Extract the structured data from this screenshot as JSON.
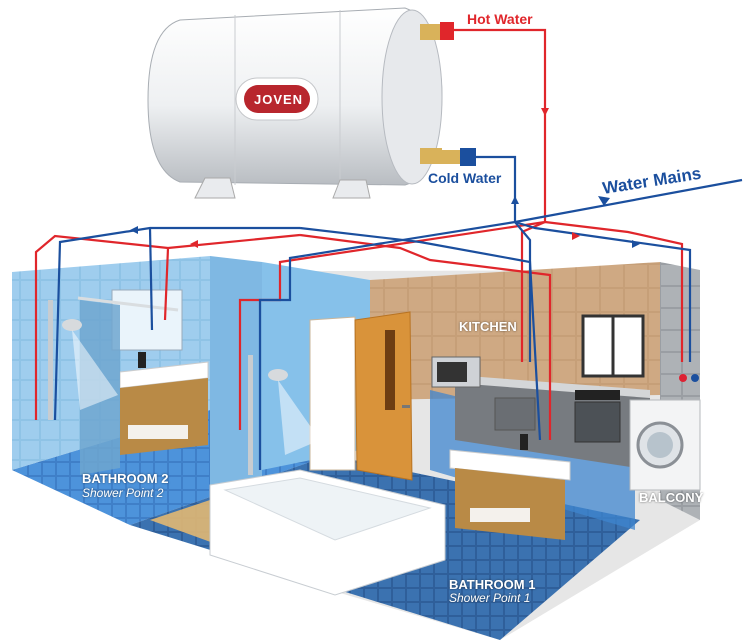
{
  "labels": {
    "hot_water": "Hot Water",
    "cold_water": "Cold Water",
    "water_mains": "Water Mains",
    "kitchen": "KITCHEN",
    "balcony": "BALCONY",
    "bathroom2": "BATHROOM 2",
    "bathroom2_sub": "Shower Point 2",
    "bathroom1": "BATHROOM 1",
    "bathroom1_sub": "Shower Point 1"
  },
  "heater": {
    "brand": "JOVEN"
  },
  "colors": {
    "hot": "#e0262b",
    "cold": "#1b4f9e",
    "bath_wall": "#8ec7ea",
    "kitchen_wall": "#c9a37c",
    "floor_tile": "#3f7fc8"
  },
  "icons": [
    "water-heater-icon",
    "shower-head-icon",
    "bathtub-icon",
    "basin-icon",
    "washing-machine-icon",
    "door-icon",
    "stove-icon",
    "microwave-icon"
  ]
}
